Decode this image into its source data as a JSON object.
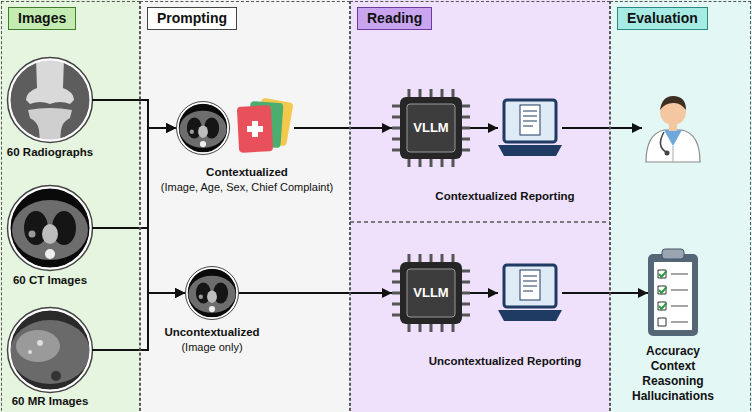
{
  "diagram": {
    "nodes": [
      {
        "text": [
          "Images"
        ]
      },
      {
        "text": [
          "60 Radiographs"
        ],
        "in": 0
      },
      {
        "text": [
          "60 CT Images"
        ],
        "in": 0
      },
      {
        "text": [
          "60 MR Images"
        ],
        "in": 0
      },
      {
        "text": [
          "Prompting"
        ]
      },
      {
        "text": [
          "Contextualized",
          "(Image, Age, Sex, Chief Complaint)"
        ],
        "in": 4
      },
      {
        "text": [
          "Uncontextualized",
          "(Image only)"
        ],
        "in": 4
      },
      {
        "text": [
          "Reading"
        ]
      },
      {
        "text": [
          "VLLM"
        ],
        "in": 7
      },
      {
        "text": [
          "Contextualized Reporting"
        ],
        "in": 7
      },
      {
        "text": [
          "VLLM"
        ],
        "in": 7
      },
      {
        "text": [
          "Uncontextualized Reporting"
        ],
        "in": 7
      },
      {
        "text": [
          "Evaluation"
        ]
      },
      {
        "text": [],
        "in": 12
      },
      {
        "text": [
          "Accuracy Context Reasoning Hallucinations"
        ],
        "in": 12
      }
    ],
    "edges": [
      {
        "from": 1,
        "to": 5,
        "arrow": "to"
      },
      {
        "from": 1,
        "to": 6,
        "arrow": "to"
      },
      {
        "from": 2,
        "to": 5,
        "arrow": "to"
      },
      {
        "from": 2,
        "to": 6,
        "arrow": "to"
      },
      {
        "from": 3,
        "to": 5,
        "arrow": "to"
      },
      {
        "from": 3,
        "to": 6,
        "arrow": "to"
      },
      {
        "from": 5,
        "to": 8,
        "arrow": "to"
      },
      {
        "from": 8,
        "to": 9,
        "arrow": "to"
      },
      {
        "from": 9,
        "to": 13,
        "arrow": "to"
      },
      {
        "from": 6,
        "to": 10,
        "arrow": "to"
      },
      {
        "from": 10,
        "to": 11,
        "arrow": "to"
      },
      {
        "from": 11,
        "to": 14,
        "arrow": "to"
      }
    ]
  }
}
